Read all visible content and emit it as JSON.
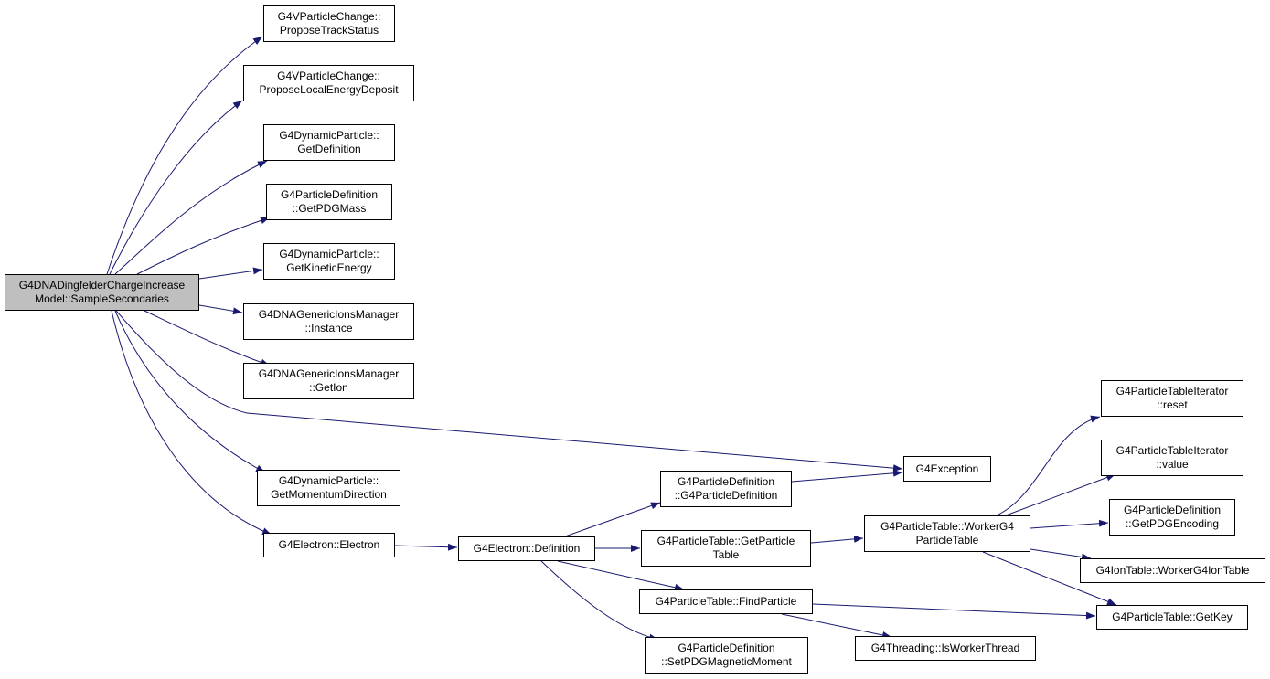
{
  "colors": {
    "edge": "#191970",
    "root_fill": "#bfbfbf",
    "node_fill": "#ffffff",
    "border": "#000000"
  },
  "nodes": [
    {
      "id": "root",
      "lines": [
        "G4DNADingfelderChargeIncrease",
        "Model::SampleSecondaries"
      ]
    },
    {
      "id": "n1",
      "lines": [
        "G4VParticleChange::",
        "ProposeTrackStatus"
      ]
    },
    {
      "id": "n2",
      "lines": [
        "G4VParticleChange::",
        "ProposeLocalEnergyDeposit"
      ]
    },
    {
      "id": "n3",
      "lines": [
        "G4DynamicParticle::",
        "GetDefinition"
      ]
    },
    {
      "id": "n4",
      "lines": [
        "G4ParticleDefinition",
        "::GetPDGMass"
      ]
    },
    {
      "id": "n5",
      "lines": [
        "G4DynamicParticle::",
        "GetKineticEnergy"
      ]
    },
    {
      "id": "n6",
      "lines": [
        "G4DNAGenericIonsManager",
        "::Instance"
      ]
    },
    {
      "id": "n7",
      "lines": [
        "G4DNAGenericIonsManager",
        "::GetIon"
      ]
    },
    {
      "id": "n8",
      "lines": [
        "G4Exception"
      ]
    },
    {
      "id": "n9",
      "lines": [
        "G4DynamicParticle::",
        "GetMomentumDirection"
      ]
    },
    {
      "id": "n10",
      "lines": [
        "G4Electron::Electron"
      ]
    },
    {
      "id": "n11",
      "lines": [
        "G4Electron::Definition"
      ]
    },
    {
      "id": "n12",
      "lines": [
        "G4ParticleDefinition",
        "::G4ParticleDefinition"
      ]
    },
    {
      "id": "n13",
      "lines": [
        "G4ParticleTable::GetParticle",
        "Table"
      ]
    },
    {
      "id": "n14",
      "lines": [
        "G4ParticleTable::FindParticle"
      ]
    },
    {
      "id": "n15",
      "lines": [
        "G4ParticleDefinition",
        "::SetPDGMagneticMoment"
      ]
    },
    {
      "id": "n16",
      "lines": [
        "G4ParticleTable::WorkerG4",
        "ParticleTable"
      ]
    },
    {
      "id": "n17",
      "lines": [
        "G4Threading::IsWorkerThread"
      ]
    },
    {
      "id": "n18",
      "lines": [
        "G4ParticleTableIterator",
        "::reset"
      ]
    },
    {
      "id": "n19",
      "lines": [
        "G4ParticleTableIterator",
        "::value"
      ]
    },
    {
      "id": "n20",
      "lines": [
        "G4ParticleDefinition",
        "::GetPDGEncoding"
      ]
    },
    {
      "id": "n21",
      "lines": [
        "G4IonTable::WorkerG4IonTable"
      ]
    },
    {
      "id": "n22",
      "lines": [
        "G4ParticleTable::GetKey"
      ]
    }
  ],
  "edges": [
    {
      "from": "root",
      "to": "n1"
    },
    {
      "from": "root",
      "to": "n2"
    },
    {
      "from": "root",
      "to": "n3"
    },
    {
      "from": "root",
      "to": "n4"
    },
    {
      "from": "root",
      "to": "n5"
    },
    {
      "from": "root",
      "to": "n6"
    },
    {
      "from": "root",
      "to": "n7"
    },
    {
      "from": "root",
      "to": "n8"
    },
    {
      "from": "root",
      "to": "n9"
    },
    {
      "from": "root",
      "to": "n10"
    },
    {
      "from": "n10",
      "to": "n11"
    },
    {
      "from": "n11",
      "to": "n12"
    },
    {
      "from": "n11",
      "to": "n13"
    },
    {
      "from": "n11",
      "to": "n14"
    },
    {
      "from": "n11",
      "to": "n15"
    },
    {
      "from": "n12",
      "to": "n8"
    },
    {
      "from": "n13",
      "to": "n16"
    },
    {
      "from": "n14",
      "to": "n22"
    },
    {
      "from": "n14",
      "to": "n17"
    },
    {
      "from": "n16",
      "to": "n18"
    },
    {
      "from": "n16",
      "to": "n19"
    },
    {
      "from": "n16",
      "to": "n20"
    },
    {
      "from": "n16",
      "to": "n21"
    },
    {
      "from": "n16",
      "to": "n22"
    }
  ]
}
